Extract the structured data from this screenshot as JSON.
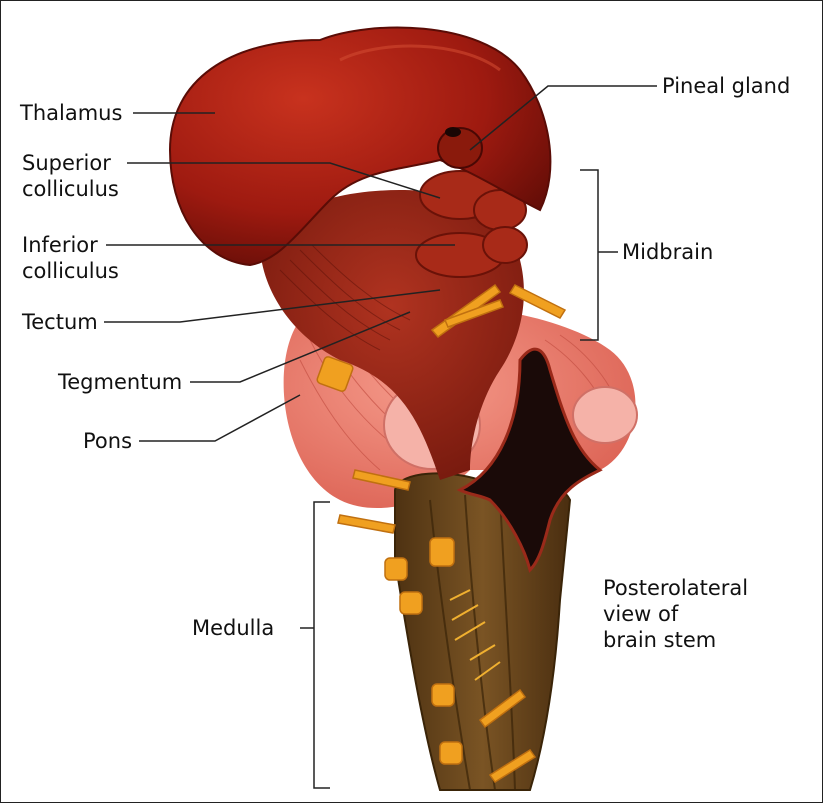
{
  "labels": {
    "thalamus": "Thalamus",
    "superior_colliculus": [
      "Superior",
      "colliculus"
    ],
    "inferior_colliculus": [
      "Inferior",
      "colliculus"
    ],
    "tectum": "Tectum",
    "tegmentum": "Tegmentum",
    "pons": "Pons",
    "medulla": "Medulla",
    "pineal_gland": "Pineal gland",
    "midbrain": "Midbrain"
  },
  "caption": [
    "Posterolateral",
    "view of",
    "brain stem"
  ],
  "colors": {
    "thalamus": "#9e1a10",
    "midbrain": "#8a1f12",
    "pons": "#e8756a",
    "medulla": "#6b4a1e",
    "nerves": "#f0a020",
    "ventricle": "#1a0a08",
    "leader": "#222222"
  }
}
